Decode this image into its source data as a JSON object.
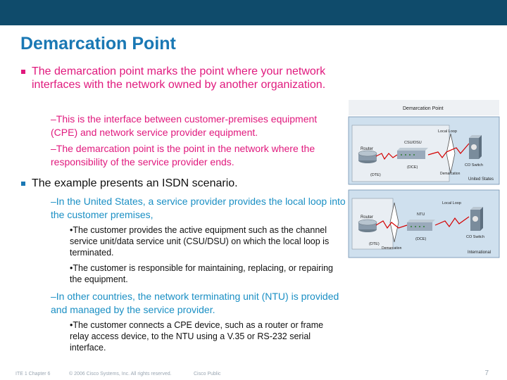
{
  "slide": {
    "title": "Demarcation Point",
    "l1_a": "The demarcation point marks the point where your network interfaces with the network owned by another organization.",
    "l2_a1": "–This is the interface between customer-premises equipment (CPE) and network service provider equipment.",
    "l2_a2": "–The demarcation point is the point in the network where the responsibility of the service provider ends.",
    "l1_b": "The example presents an ISDN scenario.",
    "l2_b1": "–In the United States, a service provider provides the local loop into the customer premises,",
    "l3_b1a": "•The customer provides the active equipment such as the channel service unit/data service unit (CSU/DSU) on which the local loop is terminated.",
    "l3_b1b": "•The customer is responsible for maintaining, replacing, or repairing the equipment.",
    "l2_b2": "–In other countries, the network terminating unit (NTU) is provided and managed by the service provider.",
    "l3_b2a": "•The customer connects a CPE device, such as a router or frame relay access device, to the NTU using a V.35 or RS-232 serial interface."
  },
  "figure": {
    "caption": "Demarcation Point",
    "us": {
      "router": "Router",
      "dte": "(DTE)",
      "csu": "CSU/DSU",
      "dce": "(DCE)",
      "local_loop": "Local Loop",
      "demarcation": "Demarcation",
      "co_switch": "CO Switch",
      "region": "United States"
    },
    "intl": {
      "router": "Router",
      "dte": "(DTE)",
      "ntu": "NTU",
      "dce": "(DCE)",
      "local_loop": "Local Loop",
      "demarcation": "Demarcation",
      "co_switch": "CO Switch",
      "region": "International"
    }
  },
  "footer": {
    "course": "ITE 1 Chapter 6",
    "copyright": "© 2006 Cisco Systems, Inc. All rights reserved.",
    "classification": "Cisco Public",
    "page": "7"
  },
  "colors": {
    "header_bar": "#0f4b6b",
    "title": "#1a78b4",
    "pink_text": "#e0197d",
    "teal_text": "#1a8fc4"
  }
}
